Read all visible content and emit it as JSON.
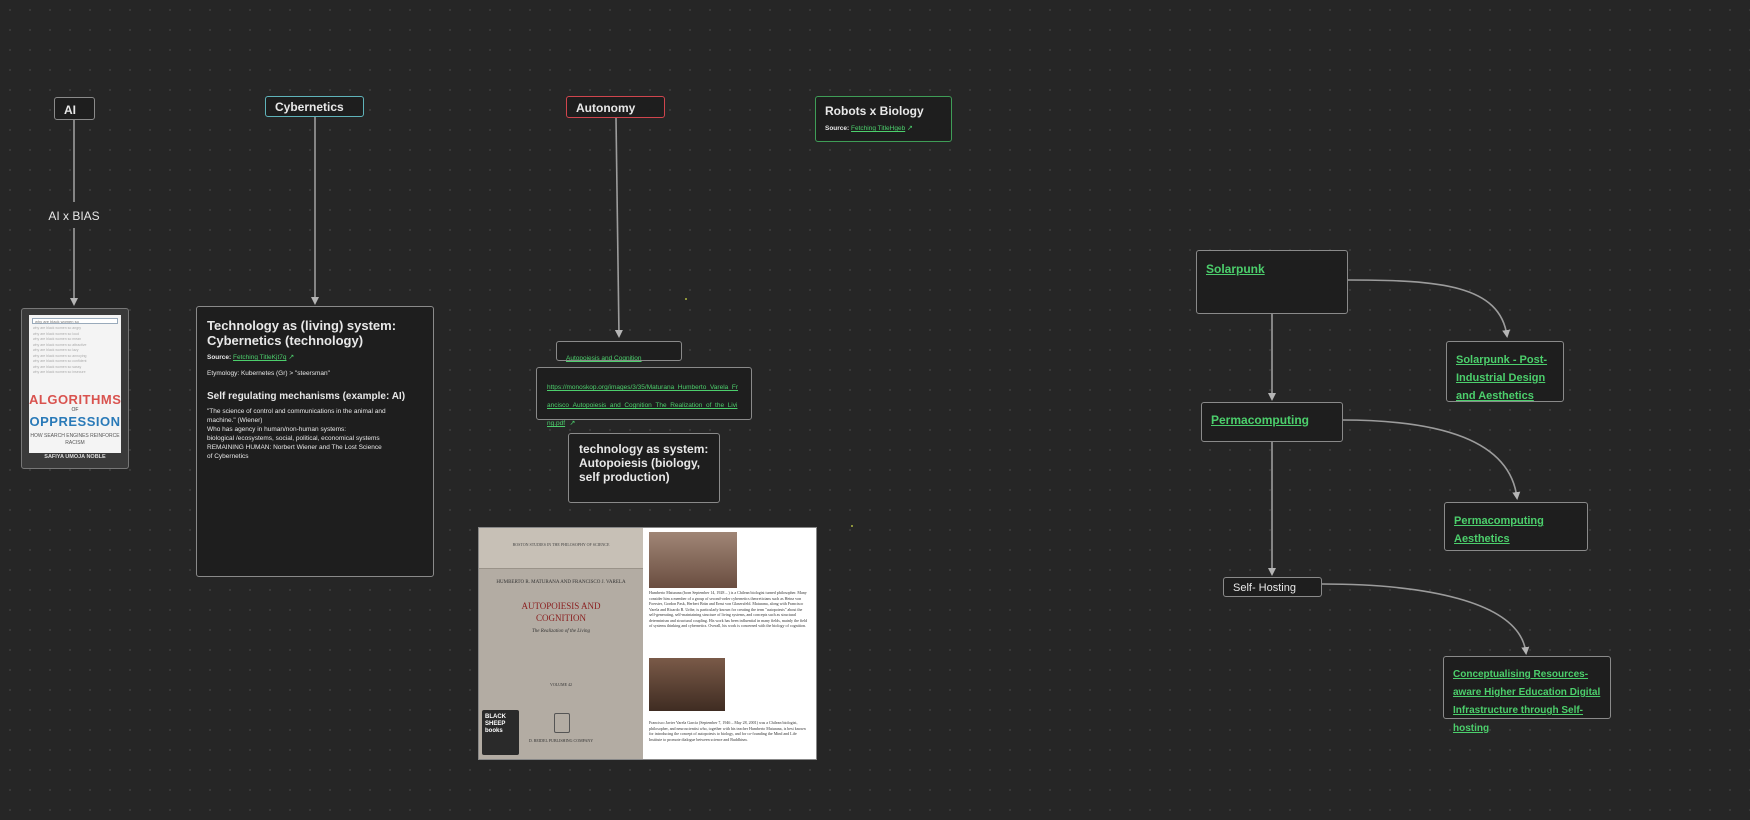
{
  "nodes": {
    "ai": "AI",
    "ai_bias": "AI x BIAS",
    "cybernetics": "Cybernetics",
    "autonomy": "Autonomy",
    "robots_title": "Robots x Biology",
    "robots_source_label": "Source:",
    "robots_source_link": "Fetching TitleHgeb",
    "tech_card": {
      "title": "Technology as (living) system: Cybernetics (technology)",
      "source_label": "Source:",
      "source_link": "Fetching TitleKjt7q",
      "etymology": "Etymology: Kubernetes (Gr) > \"steersman\"",
      "heading": "Self regulating mechanisms (example: AI)",
      "lines": [
        "\"The science of control and communications in the animal and machine.\" (Wiener)",
        "Who has agency in human/non-human systems:",
        "biological /ecosystems, social, political, economical systems",
        "REMAINING HUMAN: Norbert Wiener and The Lost Science of Cybernetics"
      ]
    },
    "autopoiesis_link": "Autopoiesis and Cognition",
    "autopoiesis_url": "https://monoskop.org/images/3/35/Maturana_Humberto_Varela_Francisco_Autopoiesis_and_Cognition_The_Realization_of_the_Living.pdf",
    "tech_autopoiesis": "technology as system: Autopoiesis (biology, self production)",
    "solarpunk": "Solarpunk",
    "solarpunk_post": "Solarpunk - Post-Industrial Design and Aesthetics",
    "permacomputing": "Permacomputing",
    "permacomputing_aesthetics": "Permacomputing Aesthetics",
    "self_hosting": "Self- Hosting",
    "conceptualising": "Conceptualising Resources-aware Higher Education Digital Infrastructure through Self-hosting"
  },
  "book": {
    "search_text": "why are black women so",
    "suggestions": [
      "why are black women so angry",
      "why are black women so loud",
      "why are black women so mean",
      "why are black women so attractive",
      "why are black women so lazy",
      "why are black women so annoying",
      "why are black women so confident",
      "why are black women so sassy",
      "why are black women so insecure"
    ],
    "title_top": "ALGORITHMS",
    "title_of": "OF",
    "title_bottom": "OPPRESSION",
    "subtitle": "HOW SEARCH ENGINES REINFORCE RACISM",
    "author": "SAFIYA UMOJA NOBLE"
  },
  "autopoiesis_image": {
    "series": "BOSTON STUDIES IN THE PHILOSOPHY OF SCIENCE",
    "authors": "HUMBERTO R. MATURANA AND FRANCISCO J. VARELA",
    "title": "AUTOPOIESIS AND COGNITION",
    "subtitle": "The Realization of the Living",
    "volume": "VOLUME 42",
    "publisher": "D. REIDEL PUBLISHING COMPANY",
    "sheep": "BLACK SHEEP books",
    "bio1": "Humberto Maturana (born September 14, 1928 – ) is a Chilean biologist turned philosopher. Many consider him a member of a group of second-order cybernetics theoreticians such as Heinz von Foerster, Gordon Pask, Herbert Brün and Ernst von Glasersfeld. Maturana, along with Francisco Varela and Ricardo B. Uribe, is particularly known for creating the term \"autopoiesis\" about the self-generating, self-maintaining structure of living systems, and concepts such as structural determinism and structural coupling. His work has been influential in many fields, mainly the field of systems thinking and cybernetics. Overall, his work is concerned with the biology of cognition.",
    "bio2": "Francisco Javier Varela García (September 7, 1946 – May 28, 2001) was a Chilean biologist, philosopher, and neuroscientist who, together with his teacher Humberto Maturana, is best known for introducing the concept of autopoiesis to biology, and for co-founding the Mind and Life Institute to promote dialogue between science and Buddhism."
  }
}
